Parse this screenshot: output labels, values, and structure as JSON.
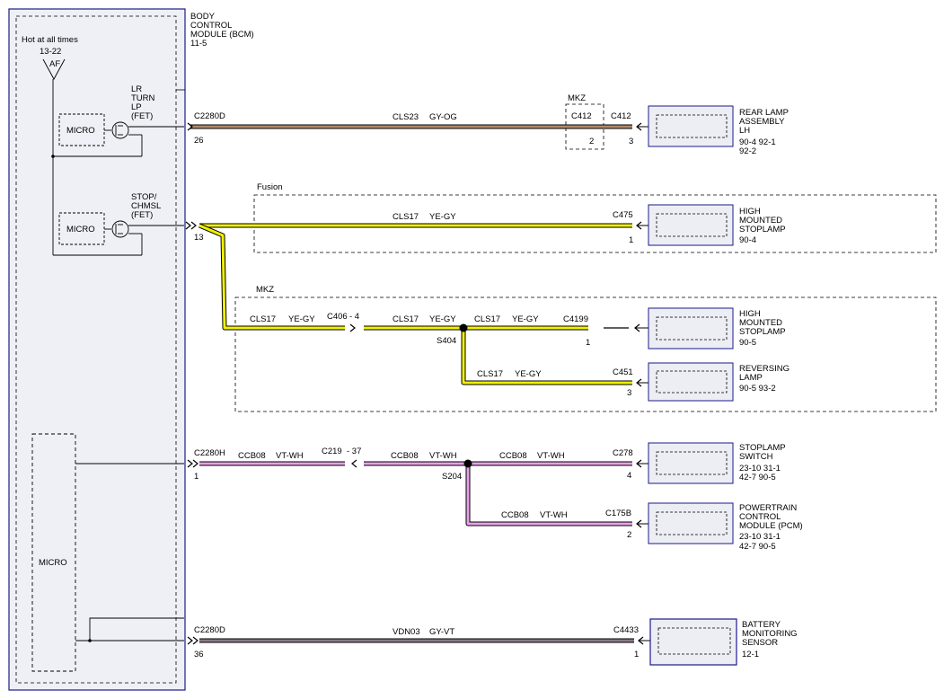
{
  "bcm": {
    "title_lines": [
      "BODY",
      "CONTROL",
      "MODULE (BCM)",
      "11-5"
    ],
    "hot_label": "Hot at all times",
    "fuse_ref": "13-22",
    "fuse_id": "AF",
    "micro_label": "MICRO",
    "lr_turn_lines": [
      "LR",
      "TURN",
      "LP",
      "(FET)"
    ],
    "stop_lines": [
      "STOP/",
      "CHMSL",
      "(FET)"
    ]
  },
  "groups": {
    "mkz_small": "MKZ",
    "fusion": "Fusion",
    "mkz_large": "MKZ"
  },
  "circuits": {
    "c2280d_a": "C2280D",
    "pin_26": "26",
    "cls23": "CLS23",
    "gy_og": "GY-OG",
    "c412_mid": "C412",
    "pin_2_mid": "2",
    "c412_end": "C412",
    "pin_3_a": "3",
    "pin_13": "13",
    "cls17_a": "CLS17",
    "ye_gy_a": "YE-GY",
    "c475": "C475",
    "pin_1_a": "1",
    "cls17_b": "CLS17",
    "ye_gy_b": "YE-GY",
    "c406": "C406",
    "c406_pin": "- 4",
    "cls17_c": "CLS17",
    "ye_gy_c": "YE-GY",
    "cls17_d": "CLS17",
    "ye_gy_d": "YE-GY",
    "c4199": "C4199",
    "pin_1_b": "1",
    "s404": "S404",
    "cls17_e": "CLS17",
    "ye_gy_e": "YE-GY",
    "c451": "C451",
    "pin_3_b": "3",
    "c2280h": "C2280H",
    "pin_1_c": "1",
    "ccb08_a": "CCB08",
    "vt_wh_a": "VT-WH",
    "c219": "C219",
    "c219_pin": "- 37",
    "ccb08_b": "CCB08",
    "vt_wh_b": "VT-WH",
    "ccb08_c": "CCB08",
    "vt_wh_c": "VT-WH",
    "c278": "C278",
    "pin_4": "4",
    "s204": "S204",
    "ccb08_d": "CCB08",
    "vt_wh_d": "VT-WH",
    "c175b": "C175B",
    "pin_2_b": "2",
    "c2280d_b": "C2280D",
    "pin_36": "36",
    "vdn03": "VDN03",
    "gy_vt": "GY-VT",
    "c4433": "C4433",
    "pin_1_d": "1"
  },
  "components": {
    "rear_lamp": [
      "REAR LAMP",
      "ASSEMBLY",
      "LH",
      "90-4   92-1",
      "92-2"
    ],
    "hmsl_fusion": [
      "HIGH",
      "MOUNTED",
      "STOPLAMP",
      "90-4"
    ],
    "hmsl_mkz": [
      "HIGH",
      "MOUNTED",
      "STOPLAMP",
      "90-5"
    ],
    "reversing": [
      "REVERSING",
      "LAMP",
      "90-5   93-2"
    ],
    "stoplamp_switch": [
      "STOPLAMP",
      "SWITCH",
      "23-10   31-1",
      "42-7    90-5"
    ],
    "pcm": [
      "POWERTRAIN",
      "CONTROL",
      "MODULE (PCM)",
      "23-10   31-1",
      "42-7    90-5"
    ],
    "bms": [
      "BATTERY",
      "MONITORING",
      "SENSOR",
      "12-1"
    ]
  },
  "colors": {
    "gy_og": "#b08a6a",
    "ye_gy": "#f0f000",
    "vt_wh": "#e8a0e8",
    "gy_vt": "#8a7a86",
    "module_border": "#1a1a8c",
    "module_fill": "#eceef4"
  }
}
